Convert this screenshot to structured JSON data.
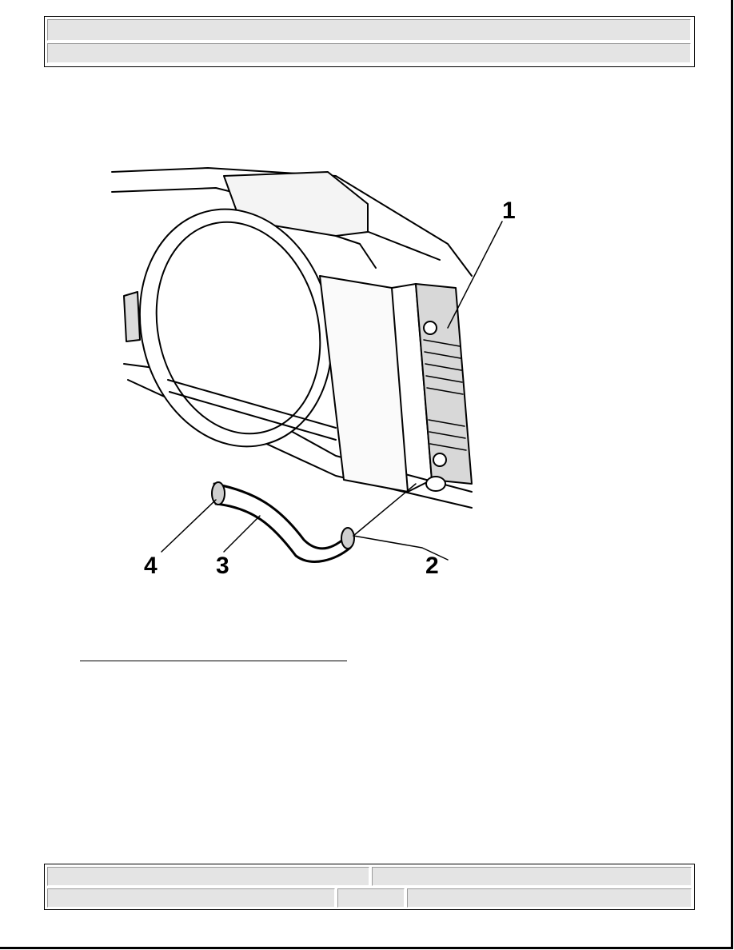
{
  "header": {
    "title": "",
    "subtitle": ""
  },
  "figure": {
    "callouts": [
      "1",
      "2",
      "3",
      "4"
    ]
  },
  "footer": {
    "left_top": "",
    "right_top": "",
    "left_bottom": "",
    "middle_bottom": "",
    "right_bottom": ""
  }
}
